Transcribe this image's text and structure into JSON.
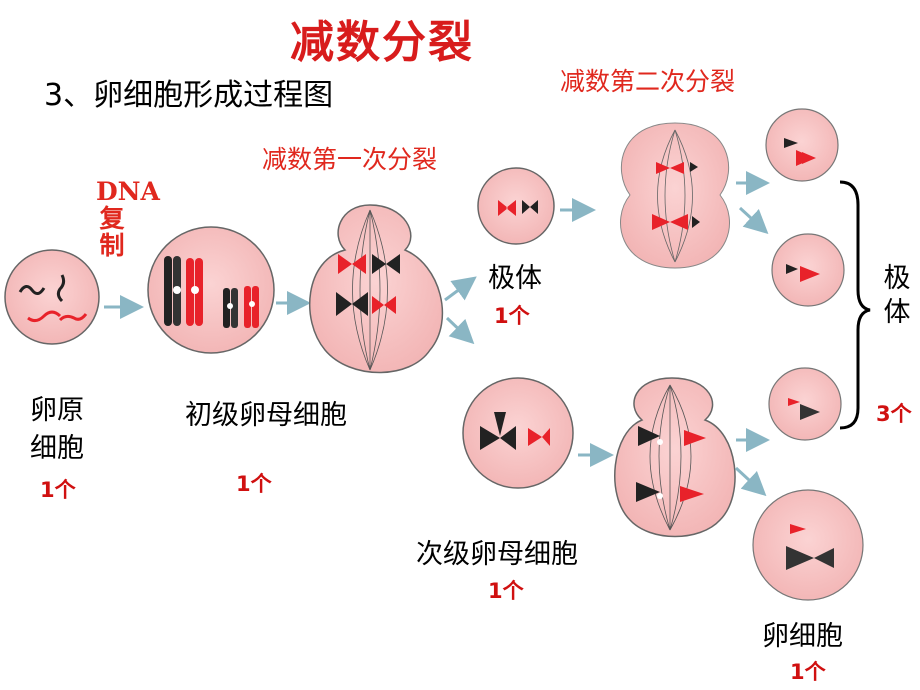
{
  "title": "减数分裂",
  "subtitle": "3、卵细胞形成过程图",
  "stage_labels": {
    "meiosis_one": "减数第一次分裂",
    "meiosis_two": "减数第二次分裂",
    "dna_replication": "DNA复制"
  },
  "cells": {
    "oogonium": {
      "name": "卵原细胞",
      "count": "1个"
    },
    "primary_oocyte": {
      "name": "初级卵母细胞",
      "count": "1个"
    },
    "first_polar_body": {
      "name": "极体",
      "count": "1个"
    },
    "secondary_oocyte": {
      "name": "次级卵母细胞",
      "count": "1个"
    },
    "polar_bodies": {
      "name": "极体",
      "count": "3个"
    },
    "egg_cell": {
      "name": "卵细胞",
      "count": "1个"
    }
  },
  "colors": {
    "cell_fill": "#f6c2c2",
    "cell_border": "#444444",
    "chromosome_red": "#e8222a",
    "chromosome_black": "#222222",
    "arrow": "#8ab6c4",
    "title_red": "#d81c1c"
  }
}
